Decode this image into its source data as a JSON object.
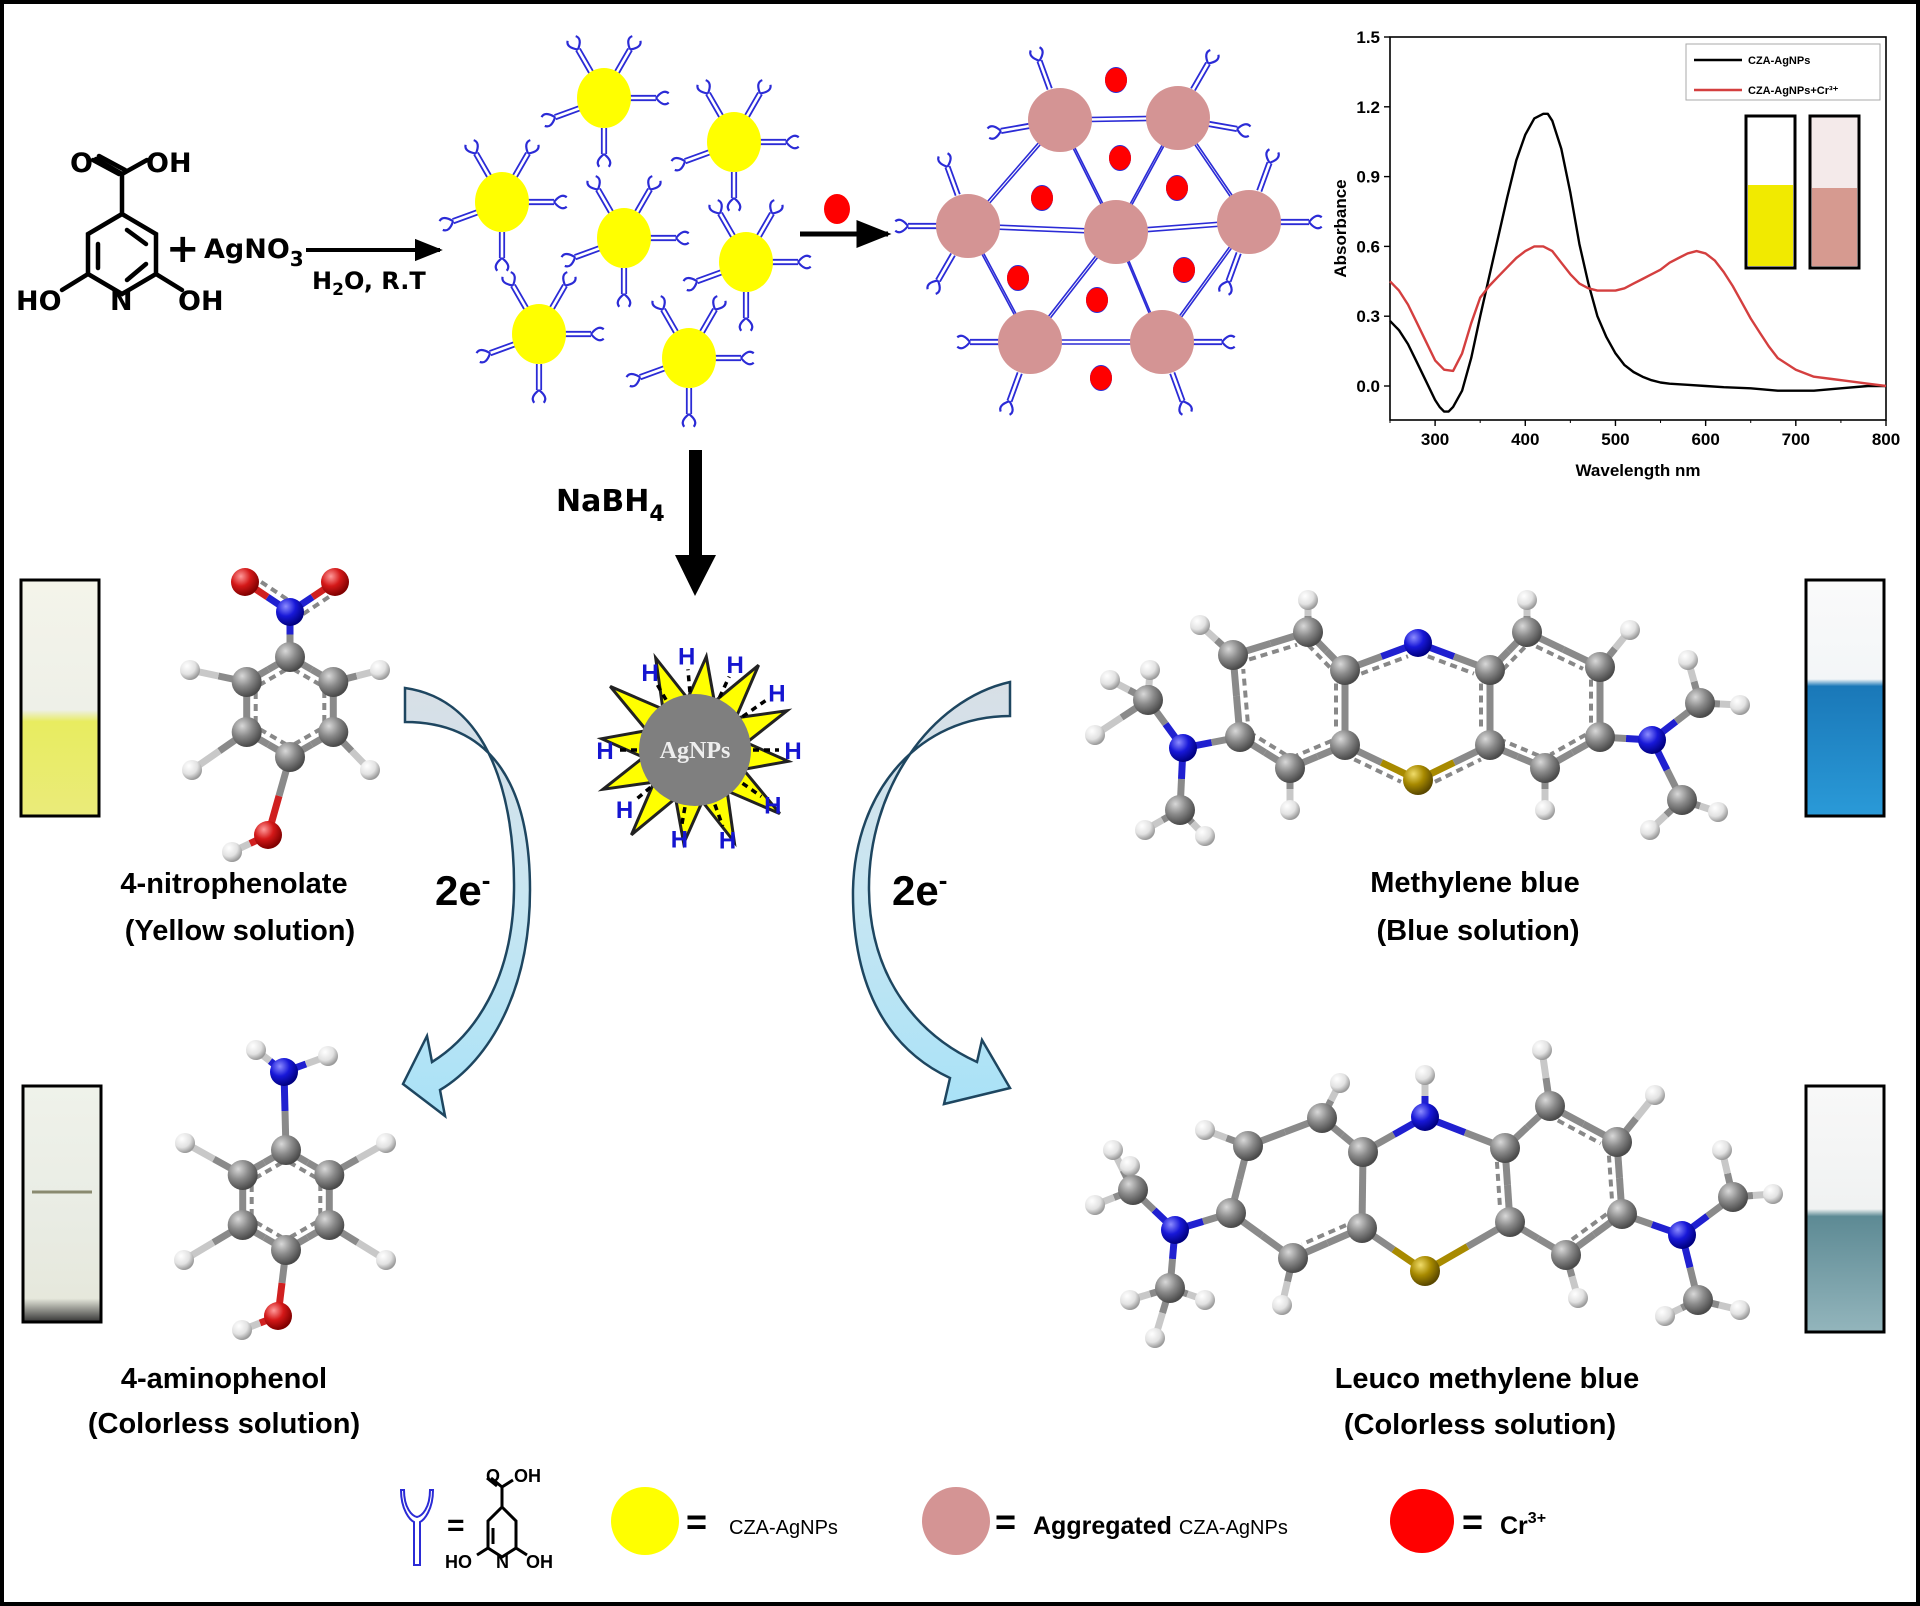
{
  "synthesis": {
    "reactant_substituent_top": "OH",
    "reactant_carbonyl_o": "O",
    "reactant_left_oh": "HO",
    "reactant_right_oh": "OH",
    "reactant_n": "N",
    "plus": "+",
    "reagent": "AgNO",
    "reagent_sub": "3",
    "conditions_h": "H",
    "conditions_sub": "2",
    "conditions_rest": "O, R.T"
  },
  "reduction": {
    "reagent": "NaBH",
    "reagent_sub": "4",
    "particle_label": "AgNPs",
    "hydrogen": "H"
  },
  "electrons": {
    "left": "2e",
    "right": "2e",
    "sup": "-"
  },
  "compounds": {
    "nitrophenolate": {
      "name": "4-nitrophenolate",
      "desc": "(Yellow solution)"
    },
    "aminophenol": {
      "name": "4-aminophenol",
      "desc": "(Colorless solution)"
    },
    "methylene_blue": {
      "name": "Methylene blue",
      "desc": "(Blue solution)"
    },
    "leuco_mb": {
      "name": "Leuco methylene blue",
      "desc": "(Colorless solution)"
    }
  },
  "legend": {
    "ligand_eq": "=",
    "ligand_o": "O",
    "ligand_oh_top": "OH",
    "ligand_ho": "HO",
    "ligand_n": "N",
    "ligand_oh": "OH",
    "yellow_label": "CZA-AgNPs",
    "pink_label_main": "Aggregated",
    "pink_label_small": "CZA-AgNPs",
    "red_label": "Cr",
    "red_label_sup": "3+"
  },
  "colors": {
    "agnp_yellow": "#ffff00",
    "aggregated_pink": "#d49494",
    "cr_red": "#ff0000",
    "ligand_blue": "#2b2bd6",
    "carbon_gray": "#7f7f7f",
    "nitrogen_blue": "#1a1ad6",
    "oxygen_red": "#d41a1a",
    "sulfur_gold": "#a88a00",
    "hydrogen_white": "#e8e8e8",
    "arrow_fill": "#bfe8f7",
    "vial_yellow": "#e9ec5a",
    "vial_blue": "#1d8fcf",
    "vial_pale_blue": "#8db4bd",
    "vial_cza": "#f1ea00",
    "vial_cza_cr": "#d69a90"
  },
  "chart_data": {
    "type": "line",
    "title": "",
    "xlabel": "Wavelength nm",
    "ylabel": "Absorbance",
    "xlim": [
      250,
      800
    ],
    "ylim": [
      -0.15,
      1.5
    ],
    "xticks": [
      300,
      400,
      500,
      600,
      700,
      800
    ],
    "yticks": [
      0.0,
      0.3,
      0.6,
      0.9,
      1.2,
      1.5
    ],
    "ytick_labels": [
      "0.0",
      "0.3",
      "0.6",
      "0.9",
      "1.2",
      "1.5"
    ],
    "legend_position": "top-right",
    "grid": false,
    "series": [
      {
        "name": "CZA-AgNPs",
        "color": "#000000",
        "x": [
          250,
          260,
          270,
          280,
          290,
          300,
          305,
          310,
          315,
          320,
          330,
          340,
          350,
          360,
          370,
          380,
          390,
          400,
          410,
          420,
          425,
          430,
          440,
          450,
          460,
          470,
          480,
          490,
          500,
          510,
          520,
          530,
          540,
          550,
          560,
          580,
          600,
          620,
          650,
          680,
          700,
          720,
          750,
          780,
          800
        ],
        "y": [
          0.28,
          0.24,
          0.18,
          0.1,
          0.02,
          -0.06,
          -0.09,
          -0.11,
          -0.11,
          -0.09,
          -0.02,
          0.12,
          0.3,
          0.47,
          0.64,
          0.81,
          0.97,
          1.08,
          1.15,
          1.17,
          1.17,
          1.14,
          1.02,
          0.83,
          0.61,
          0.44,
          0.3,
          0.21,
          0.14,
          0.09,
          0.06,
          0.04,
          0.025,
          0.015,
          0.01,
          0.005,
          0.0,
          -0.005,
          -0.01,
          -0.02,
          -0.02,
          -0.02,
          -0.01,
          0.0,
          0.0
        ]
      },
      {
        "name": "CZA-AgNPs+Cr³⁺",
        "color": "#d43f3f",
        "x": [
          250,
          260,
          270,
          280,
          290,
          300,
          310,
          320,
          330,
          340,
          350,
          360,
          370,
          380,
          390,
          400,
          410,
          420,
          430,
          440,
          450,
          460,
          470,
          480,
          490,
          500,
          510,
          520,
          530,
          540,
          550,
          560,
          570,
          580,
          590,
          600,
          610,
          620,
          630,
          640,
          650,
          660,
          670,
          680,
          700,
          720,
          740,
          760,
          780,
          800
        ],
        "y": [
          0.45,
          0.41,
          0.35,
          0.27,
          0.19,
          0.11,
          0.07,
          0.065,
          0.14,
          0.27,
          0.38,
          0.43,
          0.47,
          0.51,
          0.55,
          0.58,
          0.6,
          0.6,
          0.58,
          0.53,
          0.48,
          0.44,
          0.42,
          0.41,
          0.41,
          0.41,
          0.42,
          0.44,
          0.46,
          0.48,
          0.5,
          0.53,
          0.55,
          0.57,
          0.58,
          0.57,
          0.54,
          0.49,
          0.43,
          0.36,
          0.29,
          0.23,
          0.17,
          0.12,
          0.07,
          0.04,
          0.03,
          0.02,
          0.01,
          0.0
        ]
      }
    ],
    "inset_vials": [
      "CZA-AgNPs (yellow)",
      "CZA-AgNPs + Cr3+ (pink)"
    ]
  }
}
